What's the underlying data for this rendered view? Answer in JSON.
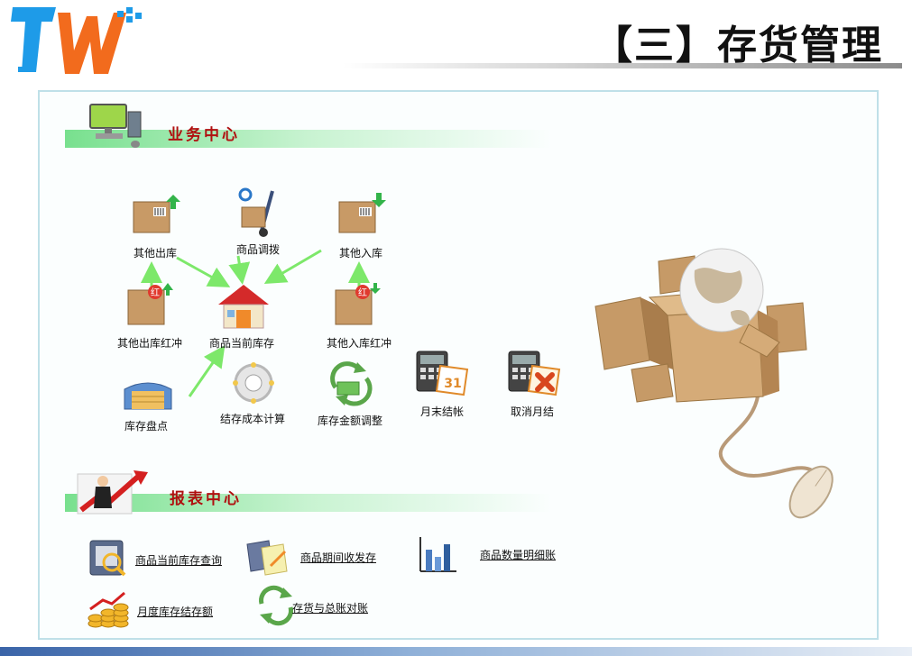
{
  "header": {
    "logo_text": "W",
    "title": "【三】存货管理"
  },
  "business_center": {
    "label": "业务中心",
    "items": {
      "other_out": "其他出库",
      "transfer": "商品调拨",
      "other_in": "其他入库",
      "other_out_red": "其他出库红冲",
      "current_stock": "商品当前库存",
      "other_in_red": "其他入库红冲",
      "stocktake": "库存盘点",
      "cost_calc": "结存成本计算",
      "amount_adjust": "库存金额调整",
      "month_close": "月末结帐",
      "cancel_close": "取消月结"
    },
    "calendar_day": "31",
    "red_badge": "红"
  },
  "report_center": {
    "label": "报表中心",
    "items": {
      "stock_query": "商品当前库存查询",
      "period_io": "商品期间收发存",
      "qty_detail": "商品数量明细账",
      "monthly_balance": "月度库存结存额",
      "reconcile": "存货与总账对账"
    }
  },
  "colors": {
    "accent_green": "#78e08e",
    "label_red": "#b01010",
    "arrow_green": "#7de86a",
    "panel_border": "#bfe0e8"
  }
}
